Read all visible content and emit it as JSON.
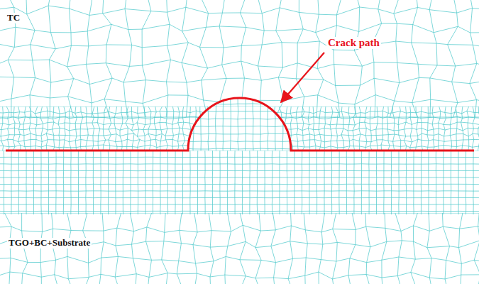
{
  "diagram": {
    "labels": [
      "TC",
      "Crack path",
      "TGO+BC+Substrate"
    ]
  }
}
